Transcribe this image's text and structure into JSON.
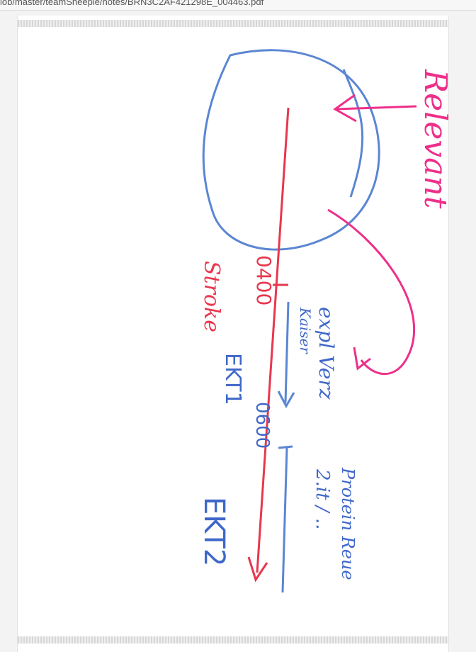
{
  "browser": {
    "path_text": "lob/master/teamSheeple/notes/BRN3C2AF421298E_004463.pdf"
  },
  "note": {
    "relevant": "Relevant",
    "time_0400": "0400",
    "time_0600": "0600",
    "stroke_label": "Stroke",
    "expl_line1": "expl Verz",
    "expl_line2": "Kaiser",
    "ekt1": "EKT1",
    "ekt2": "EKT2",
    "protein_line1": "Protein Reue",
    "protein_line2": "2.it / .."
  },
  "colors": {
    "pink": "#ee2f8a",
    "red": "#e8374d",
    "blue": "#5b86d3",
    "darkblue": "#3f67c9"
  }
}
